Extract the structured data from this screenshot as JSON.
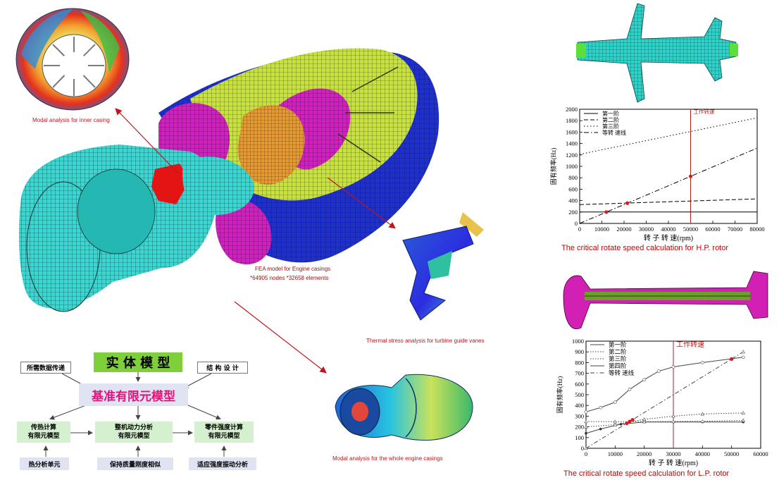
{
  "captions": {
    "inner_casing": "Modal analysis for inner casing",
    "fea_line1": "FEA model for Engine casings",
    "fea_line2": "*64905 nodes   *32658 elements",
    "turbine_vanes": "Thermal stress analysis for turbine guide vanes",
    "whole_engine": "Modal analysis for the whole engine casings",
    "hp_rotor": "The critical rotate speed calculation for H.P. rotor",
    "lp_rotor": "The critical rotate speed calculation for L.P. rotor"
  },
  "flowchart": {
    "solid_model": "实 体 模 型",
    "required_data": "所需数据传递",
    "structure_design": "结 构 设 计",
    "base_fem": "基准有限元模型",
    "heat_transfer_l1": "传热计算",
    "heat_transfer_l2": "有限元模型",
    "dynamics_l1": "整机动力分析",
    "dynamics_l2": "有限元模型",
    "strength_l1": "零件强度计算",
    "strength_l2": "有限元模型",
    "thermal_element": "热分析单元",
    "mass_stiffness": "保持质量刚度相似",
    "adapt_strength": "适应强度振动分析"
  },
  "colors": {
    "caption_red": "#c0151b",
    "solid_green": "#7ccf3c",
    "box_green": "#d4f0cf",
    "box_blue": "#dfe3f2",
    "mesh_cyan": "#2fd4cf",
    "mesh_magenta": "#d21fc0",
    "mesh_yellow": "#c9e23a",
    "mesh_blue": "#1d2fc8",
    "mesh_orange": "#e59a33"
  },
  "chart_data": [
    {
      "type": "line",
      "id": "hp",
      "xlabel": "转 子 转 速(rpm)",
      "ylabel": "固有频率(Hz)",
      "xlim": [
        0,
        80000
      ],
      "ylim": [
        0,
        2000
      ],
      "xticks": [
        0,
        10000,
        20000,
        30000,
        40000,
        50000,
        60000,
        70000,
        80000
      ],
      "yticks": [
        0,
        200,
        400,
        600,
        800,
        1000,
        1200,
        1400,
        1600,
        1800,
        2000
      ],
      "annotation": {
        "text": "工作转速",
        "x": 50000
      },
      "legend_position": "top-left",
      "series": [
        {
          "name": "第一阶",
          "style": "solid",
          "x": [
            0,
            80000
          ],
          "y": [
            200,
            200
          ]
        },
        {
          "name": "第二阶",
          "style": "dashed",
          "x": [
            0,
            80000
          ],
          "y": [
            330,
            430
          ]
        },
        {
          "name": "第三阶",
          "style": "dotted",
          "x": [
            0,
            80000
          ],
          "y": [
            1210,
            1850
          ]
        },
        {
          "name": "等转 速线",
          "style": "dashdot",
          "x": [
            0,
            80000
          ],
          "y": [
            0,
            1320
          ]
        }
      ],
      "markers": [
        {
          "x": 12000,
          "y": 200
        },
        {
          "x": 21500,
          "y": 355
        },
        {
          "x": 50000,
          "y": 825
        }
      ]
    },
    {
      "type": "line",
      "id": "lp",
      "xlabel": "转 子 转 速(rpm)",
      "ylabel": "固有频率(Hz)",
      "xlim": [
        0,
        60000
      ],
      "ylim": [
        0,
        1000
      ],
      "xticks": [
        0,
        10000,
        20000,
        30000,
        40000,
        50000,
        60000
      ],
      "yticks": [
        0,
        100,
        200,
        300,
        400,
        500,
        600,
        700,
        800,
        900,
        1000
      ],
      "annotation": {
        "text": "工作转速",
        "x": 30000
      },
      "legend_position": "top-left",
      "series": [
        {
          "name": "第一阶",
          "marker": "dot",
          "x": [
            0,
            5000,
            12000,
            20000,
            30000,
            40000,
            54000
          ],
          "y": [
            140,
            180,
            225,
            245,
            245,
            245,
            245
          ]
        },
        {
          "name": "第二阶",
          "marker": "triangle",
          "x": [
            0,
            10000,
            20000,
            30000,
            40000,
            54000
          ],
          "y": [
            250,
            248,
            248,
            250,
            252,
            260
          ]
        },
        {
          "name": "第三阶",
          "marker": "tri-down",
          "x": [
            0,
            10000,
            20000,
            30000,
            40000,
            54000
          ],
          "y": [
            200,
            220,
            270,
            300,
            320,
            330
          ]
        },
        {
          "name": "第四阶",
          "marker": "circle",
          "x": [
            0,
            5000,
            10000,
            15000,
            20000,
            25000,
            30000,
            40000,
            54000
          ],
          "y": [
            340,
            380,
            430,
            550,
            640,
            720,
            760,
            800,
            850
          ]
        },
        {
          "name": "等转 速线",
          "marker": "tri-left",
          "x": [
            0,
            54000
          ],
          "y": [
            0,
            900
          ]
        }
      ],
      "markers": [
        {
          "x": 14000,
          "y": 233
        },
        {
          "x": 15000,
          "y": 250
        },
        {
          "x": 16000,
          "y": 266
        },
        {
          "x": 50000,
          "y": 833
        }
      ]
    }
  ]
}
